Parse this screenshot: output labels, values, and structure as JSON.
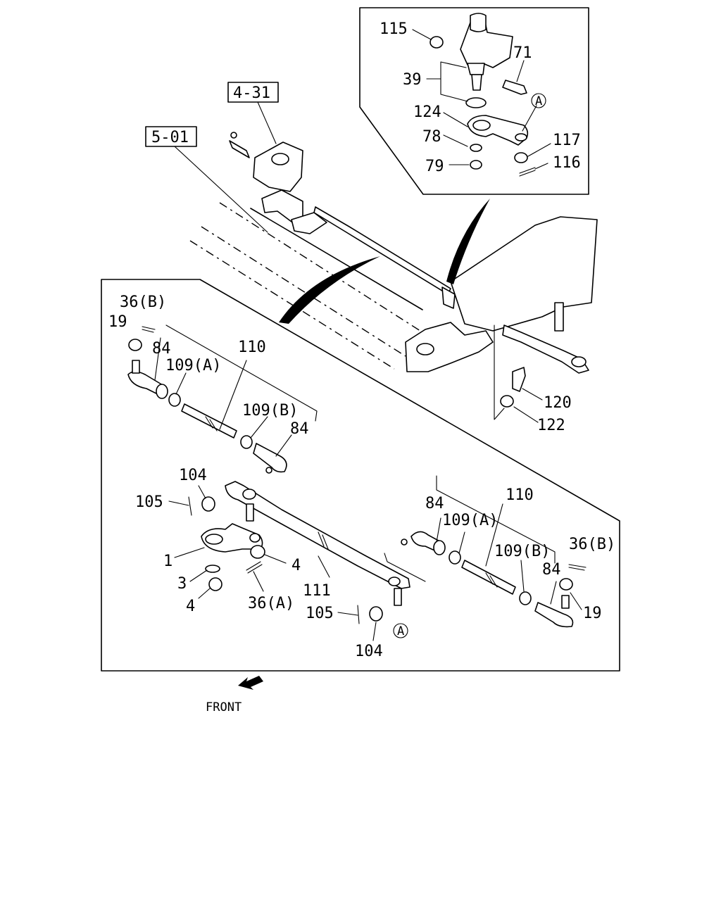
{
  "frames": {
    "ref_gear": "4-31",
    "ref_frame": "5-01"
  },
  "inset": {
    "labels": {
      "l115": "115",
      "l71": "71",
      "l39": "39",
      "l124": "124",
      "l78": "78",
      "l79": "79",
      "l117": "117",
      "l116": "116",
      "markA": "A"
    }
  },
  "main": {
    "labels": {
      "l120": "120",
      "l122": "122"
    }
  },
  "detail": {
    "left": {
      "l36B": "36(B)",
      "l19": "19",
      "l84a": "84",
      "l109A": "109(A)",
      "l110": "110",
      "l109B": "109(B)",
      "l84b": "84",
      "l104": "104",
      "l105": "105",
      "l1": "1",
      "l4a": "4",
      "l3": "3",
      "l4b": "4",
      "l36A": "36(A)",
      "l111": "111"
    },
    "right": {
      "l84a": "84",
      "l109A": "109(A)",
      "l110": "110",
      "l109B": "109(B)",
      "l36B": "36(B)",
      "l84b": "84",
      "l19": "19",
      "l105": "105",
      "l104": "104",
      "markA": "A"
    }
  },
  "footer": {
    "front": "FRONT"
  }
}
